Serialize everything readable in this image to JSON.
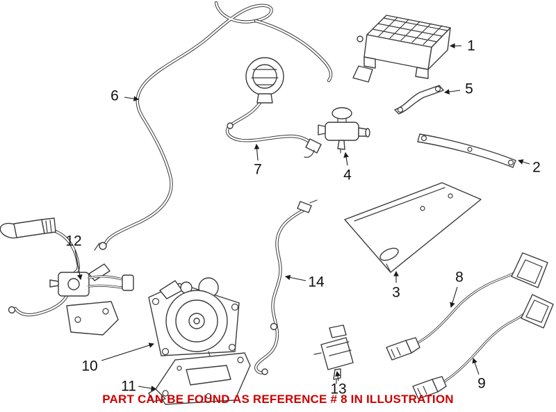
{
  "diagram": {
    "callouts": [
      {
        "label": "1"
      },
      {
        "label": "2"
      },
      {
        "label": "3"
      },
      {
        "label": "4"
      },
      {
        "label": "5"
      },
      {
        "label": "6"
      },
      {
        "label": "7"
      },
      {
        "label": "8"
      },
      {
        "label": "9"
      },
      {
        "label": "10"
      },
      {
        "label": "11"
      },
      {
        "label": "12"
      },
      {
        "label": "13"
      },
      {
        "label": "14"
      }
    ],
    "banner": {
      "text": "PART CAN BE FOUND AS REFERENCE # 8 IN ILLUSTRATION",
      "color": "#cc0000"
    }
  }
}
